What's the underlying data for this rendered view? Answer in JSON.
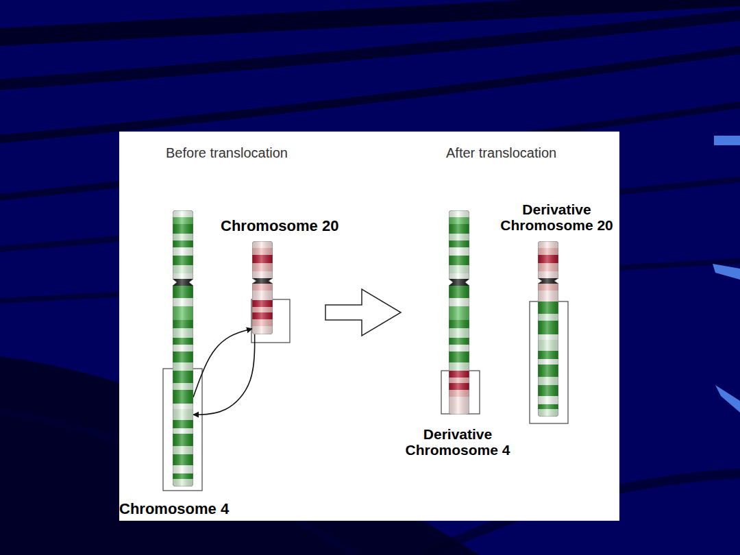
{
  "diagram": {
    "nodes": [
      {
        "text": [
          "Chromosome 4"
        ]
      },
      {
        "text": [
          "Chromosome 20"
        ]
      },
      {
        "text": [
          "Derivative Chromosome 4"
        ]
      },
      {
        "text": [
          "Derivative Chromosome 20"
        ]
      }
    ],
    "edges": [
      {
        "from": 0,
        "to": 1,
        "arrow": "to"
      },
      {
        "from": 1,
        "to": 0,
        "arrow": "to"
      }
    ],
    "labels": [
      "Before translocation",
      "After translocation"
    ]
  }
}
